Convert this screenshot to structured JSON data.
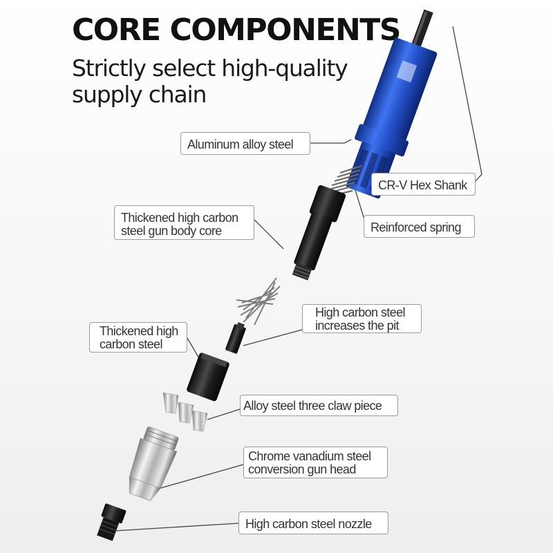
{
  "header": {
    "title": "CORE COMPONENTS",
    "subtitle_line1": "Strictly select high-quality",
    "subtitle_line2": "supply chain"
  },
  "callouts": {
    "aluminum": "Aluminum alloy steel",
    "hex_shank": "CR-V Hex Shank",
    "spring": "Reinforced spring",
    "gun_core_line1": "Thickened high carbon",
    "gun_core_line2": "steel gun body core",
    "pit_line1": "High carbon steel",
    "pit_line2": "increases the pit",
    "thick_line1": "Thickened high",
    "thick_line2": "carbon steel",
    "claw": "Alloy steel three claw piece",
    "gunhead_line1": "Chrome vanadium steel",
    "gunhead_line2": "conversion gun head",
    "nozzle": "High carbon steel nozzle"
  },
  "colors": {
    "body_blue": "#2450c8",
    "dark_part": "#1c1c1c",
    "chrome": "#c8c8c8",
    "leader_line": "#444444"
  }
}
